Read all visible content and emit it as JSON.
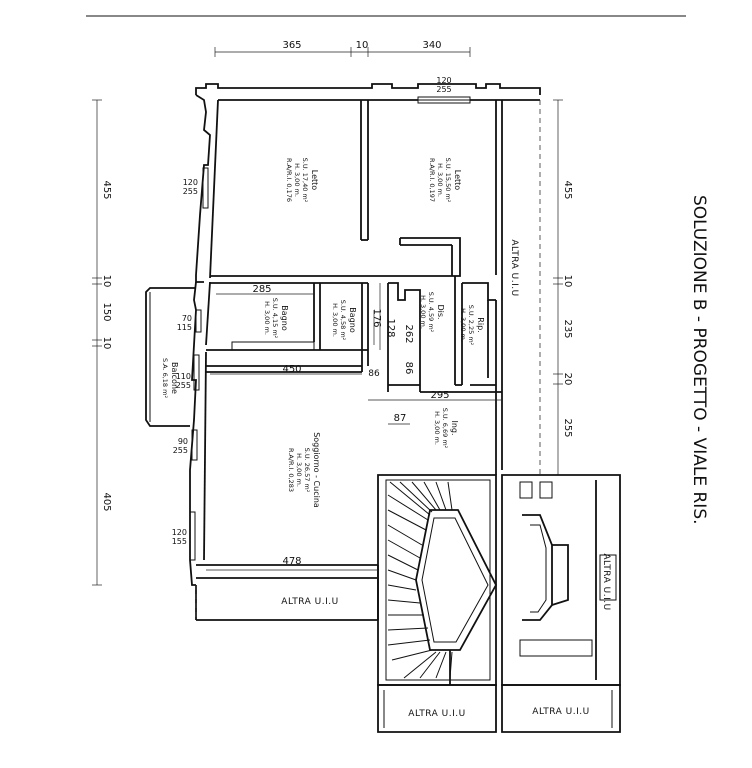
{
  "title": "SOLUZIONE B - PROGETTO - VIALE RIS.",
  "rooms": {
    "letto1": {
      "name": "Letto",
      "l1": "S.U. 17,40 m²",
      "l2": "H. 3,00 m.",
      "l3": "R.A/R.I. 0,176"
    },
    "letto2": {
      "name": "Letto",
      "l1": "S.U. 15,50 m²",
      "l2": "H. 3,00 m.",
      "l3": "R.A/R.I. 0,197"
    },
    "bagno1": {
      "name": "Bagno",
      "l1": "S.U. 4,15 m²",
      "l2": "H. 3,00 m."
    },
    "bagno2": {
      "name": "Bagno",
      "l1": "S.U. 4,58 m²",
      "l2": "H. 3,00 m."
    },
    "dis": {
      "name": "Dis.",
      "l1": "S.U. 4,59 m²",
      "l2": "H. 3,00 m."
    },
    "rip": {
      "name": "Rip.",
      "l1": "S.U. 2,25 m²",
      "l2": "H. 3,00 m."
    },
    "soggiorno": {
      "name": "Soggiorno - Cucina",
      "l1": "S.U. 26,57 m²",
      "l2": "H. 3,00 m.",
      "l3": "R.A/R.I. 0,283"
    },
    "ing": {
      "name": "Ing.",
      "l1": "S.U. 6,69 m²",
      "l2": "H. 3,00 m."
    },
    "balcone": {
      "name": "Balcone",
      "l1": "S.A. 6,18 m²"
    }
  },
  "altra_uiu": "ALTRA U.I.U",
  "dims": {
    "top_365": "365",
    "top_10": "10",
    "top_340": "340",
    "win_top_a": "120",
    "win_top_b": "255",
    "left_455": "455",
    "left_10a": "10",
    "left_150": "150",
    "left_10b": "10",
    "left_405": "405",
    "right_455": "455",
    "right_10": "10",
    "right_235": "235",
    "right_20": "20",
    "right_255": "255",
    "w1a": "120",
    "w1b": "255",
    "w2a": "70",
    "w2b": "115",
    "w3a": "110",
    "w3b": "255",
    "w4a": "90",
    "w4b": "255",
    "w5a": "120",
    "w5b": "155",
    "d285": "285",
    "d176": "176",
    "d128": "128",
    "d262": "262",
    "d450": "450",
    "d86a": "86",
    "d86b": "86",
    "d295": "295",
    "d87": "87",
    "d478": "478"
  }
}
